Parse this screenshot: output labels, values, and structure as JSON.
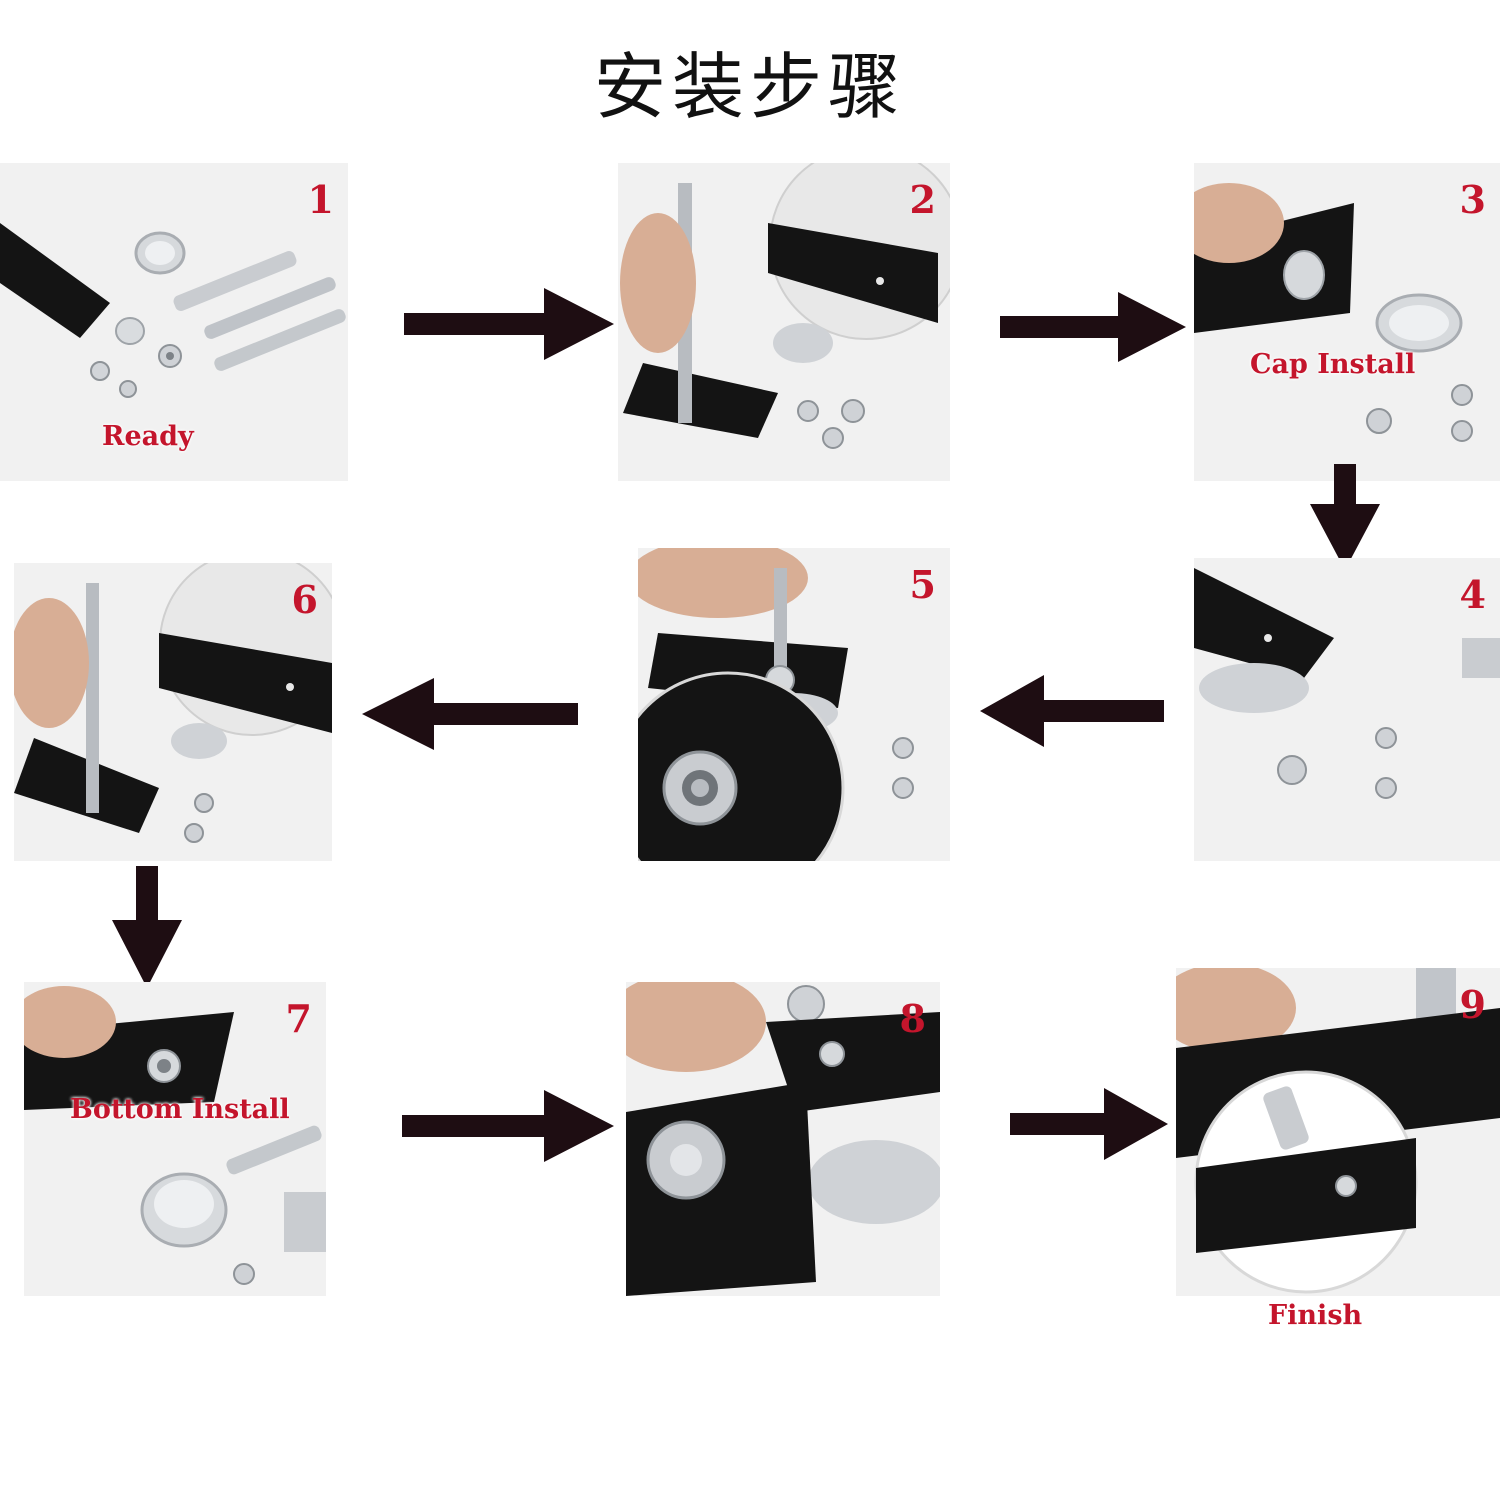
{
  "title": "安装步骤",
  "steps": [
    {
      "number": "1",
      "caption": "Ready"
    },
    {
      "number": "2",
      "caption": ""
    },
    {
      "number": "3",
      "caption": "Cap Install"
    },
    {
      "number": "4",
      "caption": ""
    },
    {
      "number": "5",
      "caption": ""
    },
    {
      "number": "6",
      "caption": ""
    },
    {
      "number": "7",
      "caption": "Bottom Install"
    },
    {
      "number": "8",
      "caption": ""
    },
    {
      "number": "9",
      "caption": ""
    }
  ],
  "finish_label": "Finish",
  "colors": {
    "label_red": "#c4152c",
    "arrow": "#1e0d12",
    "leather": "#141414",
    "metal": "#c9ccd0"
  }
}
